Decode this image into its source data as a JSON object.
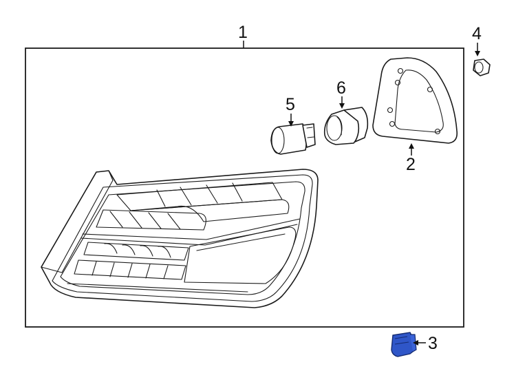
{
  "callouts": {
    "c1": "1",
    "c2": "2",
    "c3": "3",
    "c4": "4",
    "c5": "5",
    "c6": "6"
  },
  "colors": {
    "line": "#1a1a1a",
    "highlight_part": "#2f56c8"
  }
}
